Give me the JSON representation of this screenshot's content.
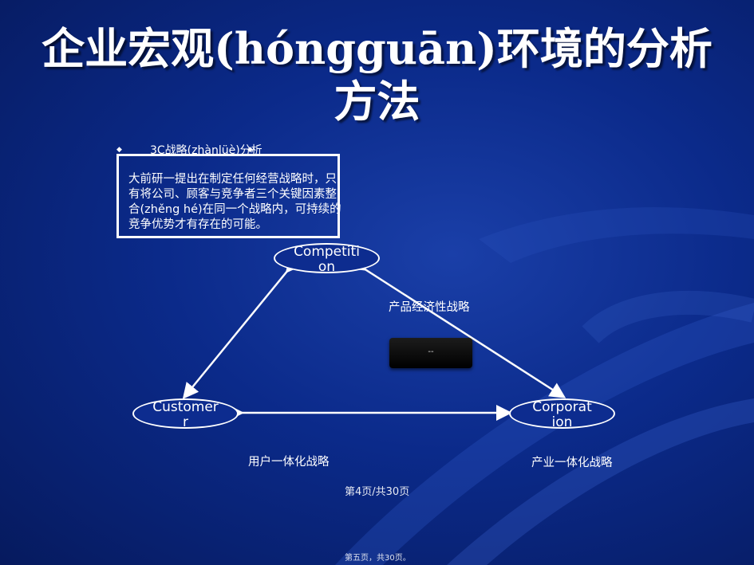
{
  "slide": {
    "title_line1": "企业宏观(hóngguān)环境的分析",
    "title_line2": "方法"
  },
  "header": {
    "label": "3C战略(zhànlüè)分析"
  },
  "textbox": {
    "text": "大前研一提出在制定任何经营战略时，只有将公司、顾客与竞争者三个关键因素整合(zhěng hé)在同一个战略内，可持续的竞争优势才有存在的可能。"
  },
  "nodes": {
    "competition": {
      "line1": "Competiti",
      "line2": "on"
    },
    "customer": {
      "line1": "Customer",
      "line2": "r"
    },
    "corporation": {
      "line1": "Corporat",
      "line2": "ion"
    }
  },
  "labels": {
    "product": "产品经济性战略",
    "user": "用户一体化战略",
    "industry": "产业一体化战略"
  },
  "black_button": {
    "text": "--"
  },
  "page": {
    "number": "第4页/共30页",
    "footer": "第五页，共30页。"
  }
}
